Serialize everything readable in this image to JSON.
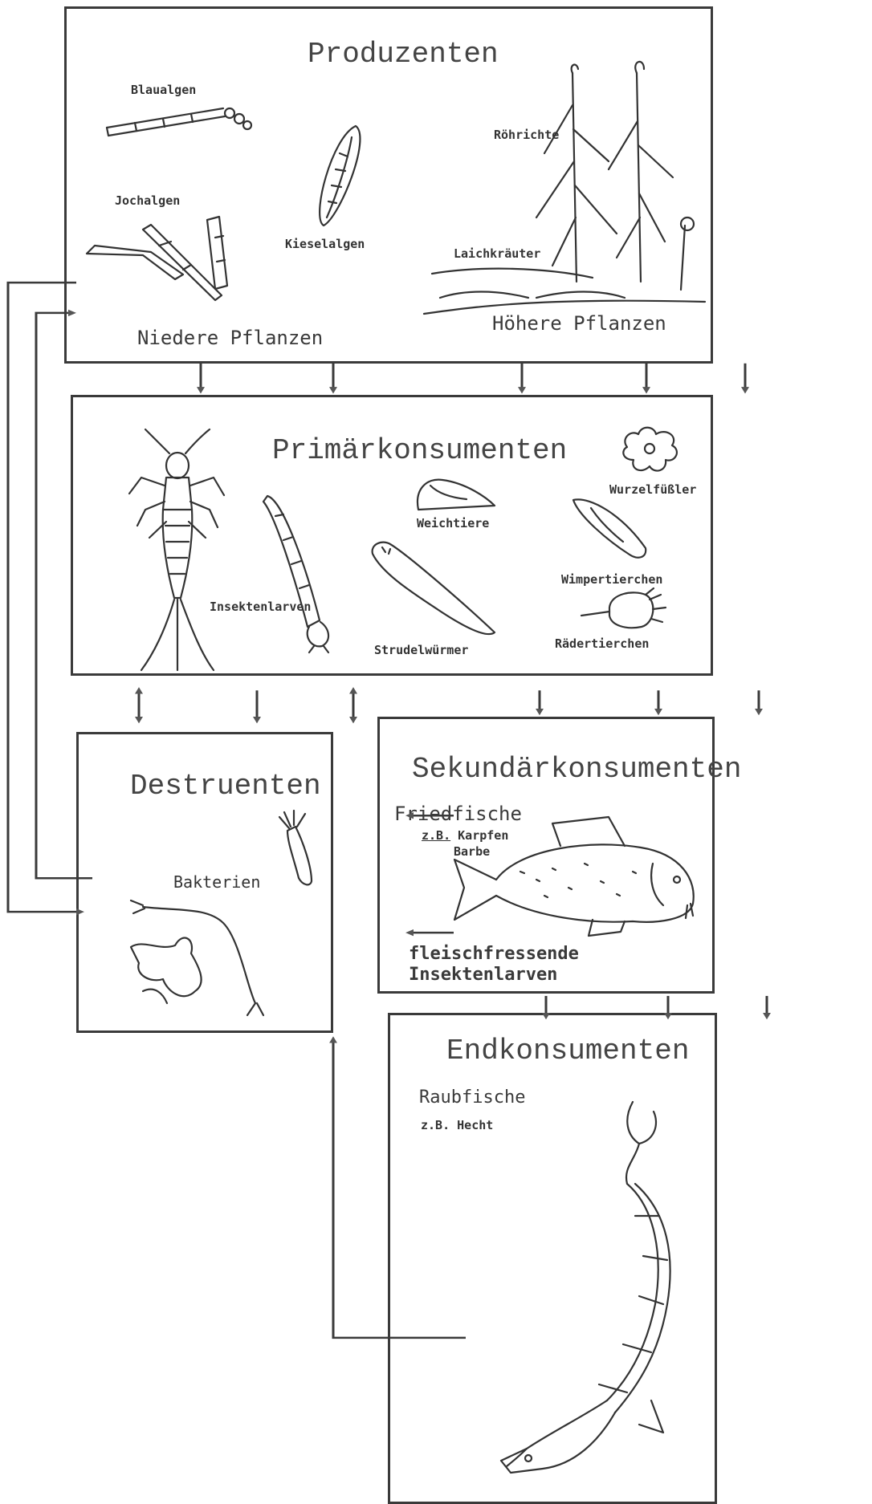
{
  "produzenten": {
    "title": "Produzenten",
    "blaualgen": "Blaualgen",
    "jochalgen": "Jochalgen",
    "kieselalgen": "Kieselalgen",
    "roehrichte": "Röhrichte",
    "laichkraeuter": "Laichkräuter",
    "niedere": "Niedere Pflanzen",
    "hoehere": "Höhere Pflanzen"
  },
  "primaer": {
    "title": "Primärkonsumenten",
    "insektenlarven": "Insektenlarven",
    "weichtiere": "Weichtiere",
    "wurzelfuessler": "Wurzelfüßler",
    "wimpertierchen": "Wimpertierchen",
    "raedertierchen": "Rädertierchen",
    "strudelwuermer": "Strudelwürmer"
  },
  "destruenten": {
    "title": "Destruenten",
    "bakterien": "Bakterien"
  },
  "sekundaer": {
    "title": "Sekundärkonsumenten",
    "friedfische": "Friedfische",
    "zb": "z.B.",
    "karpfen": "Karpfen",
    "barbe": "Barbe",
    "fleisch1": "fleischfressende",
    "fleisch2": "Insektenlarven"
  },
  "end": {
    "title": "Endkonsumenten",
    "raubfische": "Raubfische",
    "hecht": "z.B. Hecht"
  },
  "colors": {
    "line": "#3a3a3a",
    "arrow": "#555555"
  }
}
